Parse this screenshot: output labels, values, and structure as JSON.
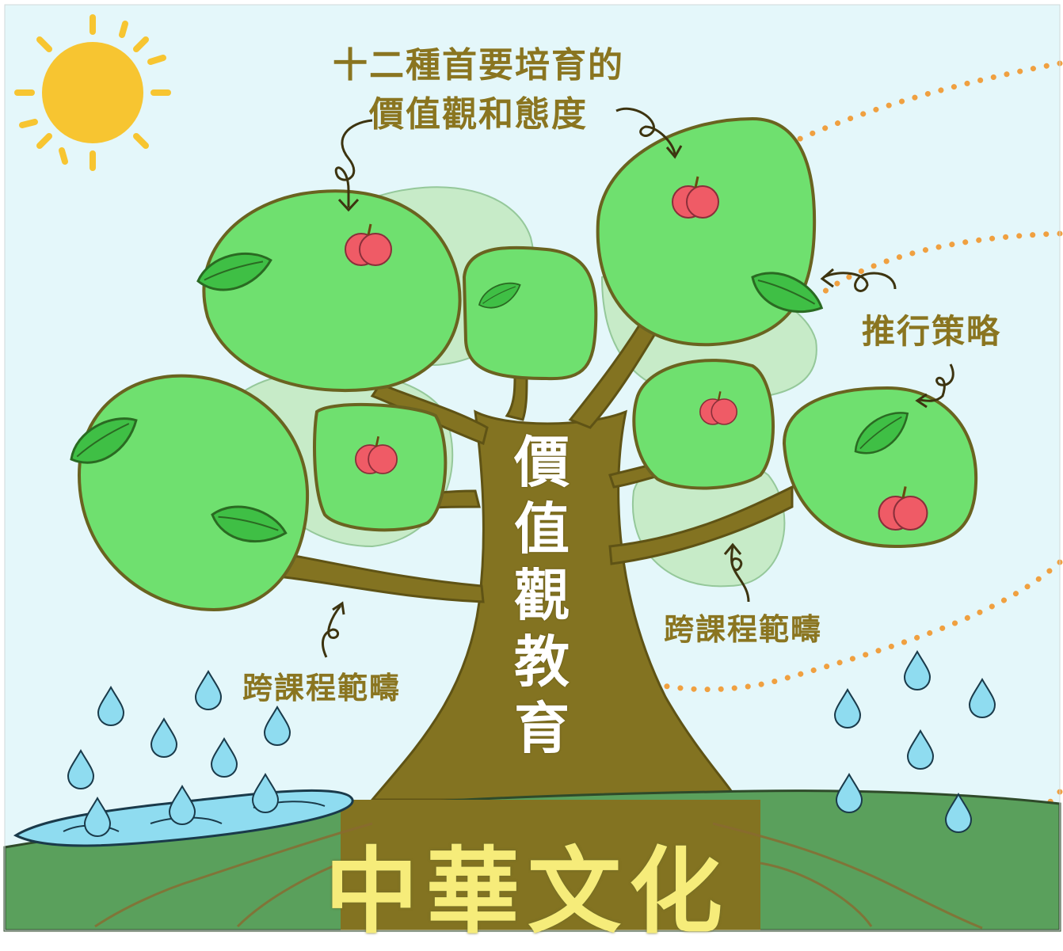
{
  "title": {
    "line1": "十二種首要培育的",
    "line2": "價值觀和態度"
  },
  "trunk_label": [
    "價",
    "值",
    "觀",
    "教",
    "育"
  ],
  "labels": {
    "strategy": "推行策略",
    "cross_curricular_right": "跨課程範疇",
    "cross_curricular_left": "跨課程範疇"
  },
  "ground_label": "中華文化",
  "colors": {
    "sky": "#e4f7fa",
    "sun": "#f7c531",
    "foliage": "#6fe06f",
    "foliage_back": "#c7ebc8",
    "trunk": "#837321",
    "ground": "#5aa05c",
    "apple": "#ef5b66",
    "water": "#8fdcf0",
    "dots": "#f0a040",
    "label_text": "#8a7520",
    "ground_text": "#f6ec7a"
  },
  "icons": [
    "sun-icon",
    "apple-icon",
    "leaf-icon",
    "raindrop-icon",
    "puddle-icon",
    "curl-arrow-icon"
  ]
}
